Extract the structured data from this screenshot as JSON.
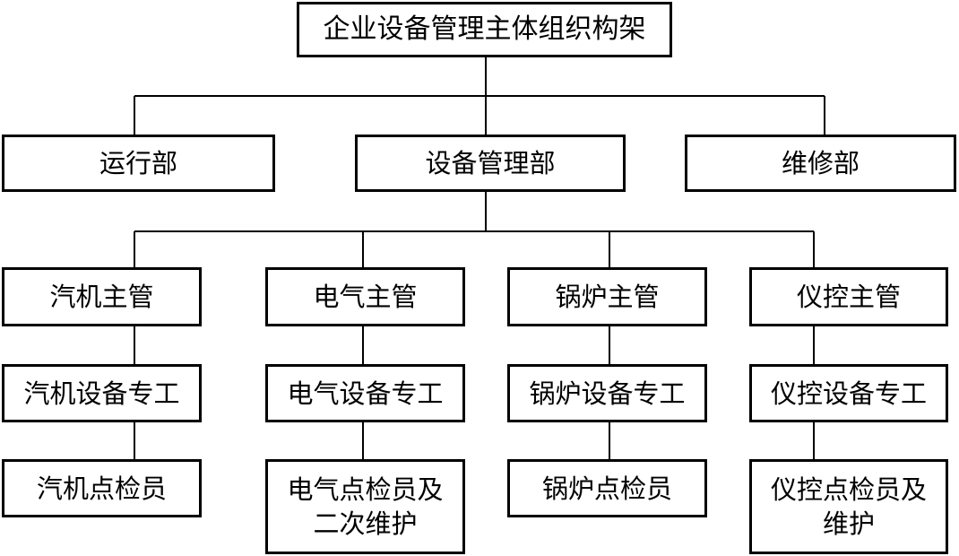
{
  "root": "企业设备管理主体组织构架",
  "departments": [
    "运行部",
    "设备管理部",
    "维修部"
  ],
  "columns": [
    {
      "manager": "汽机主管",
      "specialist": "汽机设备专工",
      "inspector": [
        "汽机点检员"
      ]
    },
    {
      "manager": "电气主管",
      "specialist": "电气设备专工",
      "inspector": [
        "电气点检员及",
        "二次维护"
      ]
    },
    {
      "manager": "锅炉主管",
      "specialist": "锅炉设备专工",
      "inspector": [
        "锅炉点检员"
      ]
    },
    {
      "manager": "仪控主管",
      "specialist": "仪控设备专工",
      "inspector": [
        "仪控点检员及",
        "维护"
      ]
    }
  ]
}
